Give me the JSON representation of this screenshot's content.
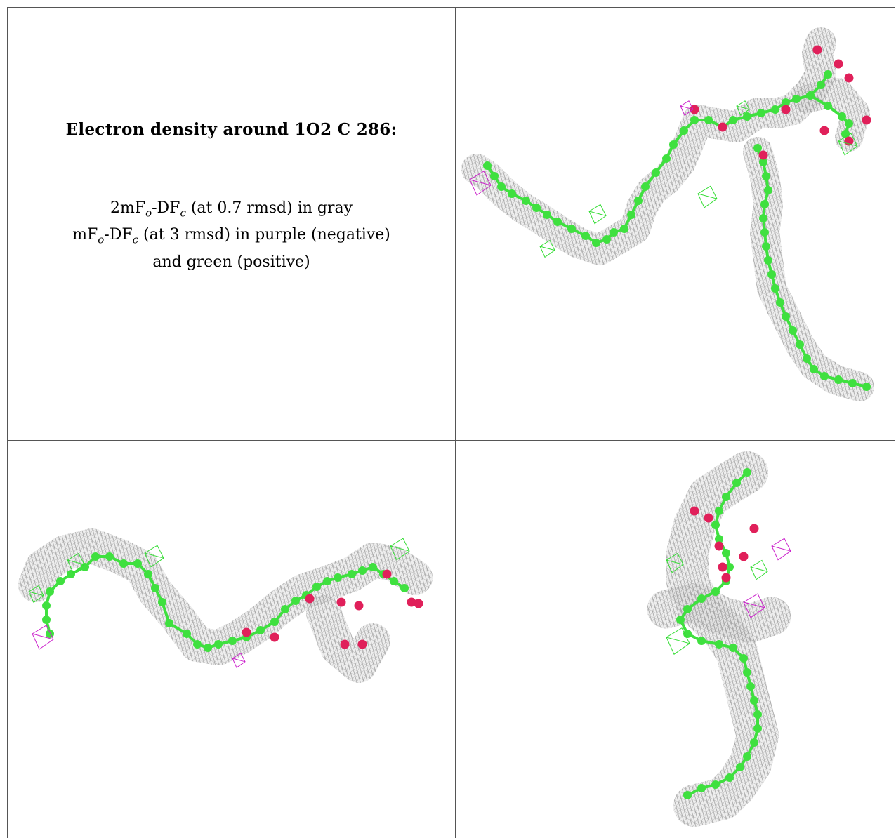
{
  "title": "Electron density around 1O2 C 286:",
  "legend": {
    "line1": {
      "a": "2mF",
      "a_sub": "o",
      "b": "-DF",
      "b_sub": "c",
      "rest": " (at 0.7 rmsd) in gray"
    },
    "line2": {
      "a": "mF",
      "a_sub": "o",
      "b": "-DF",
      "b_sub": "c",
      "rest": " (at 3 rmsd) in purple (negative)"
    },
    "line3": "and green (positive)"
  },
  "colors": {
    "mesh_gray": "#9a9a9a",
    "carbon_green": "#3fe03f",
    "oxygen_red": "#e0205a",
    "negative_purple": "#cc22cc",
    "positive_green": "#33dd33",
    "border": "#555555"
  },
  "views": [
    {
      "name": "view-top-right"
    },
    {
      "name": "view-bottom-left"
    },
    {
      "name": "view-bottom-right"
    }
  ]
}
